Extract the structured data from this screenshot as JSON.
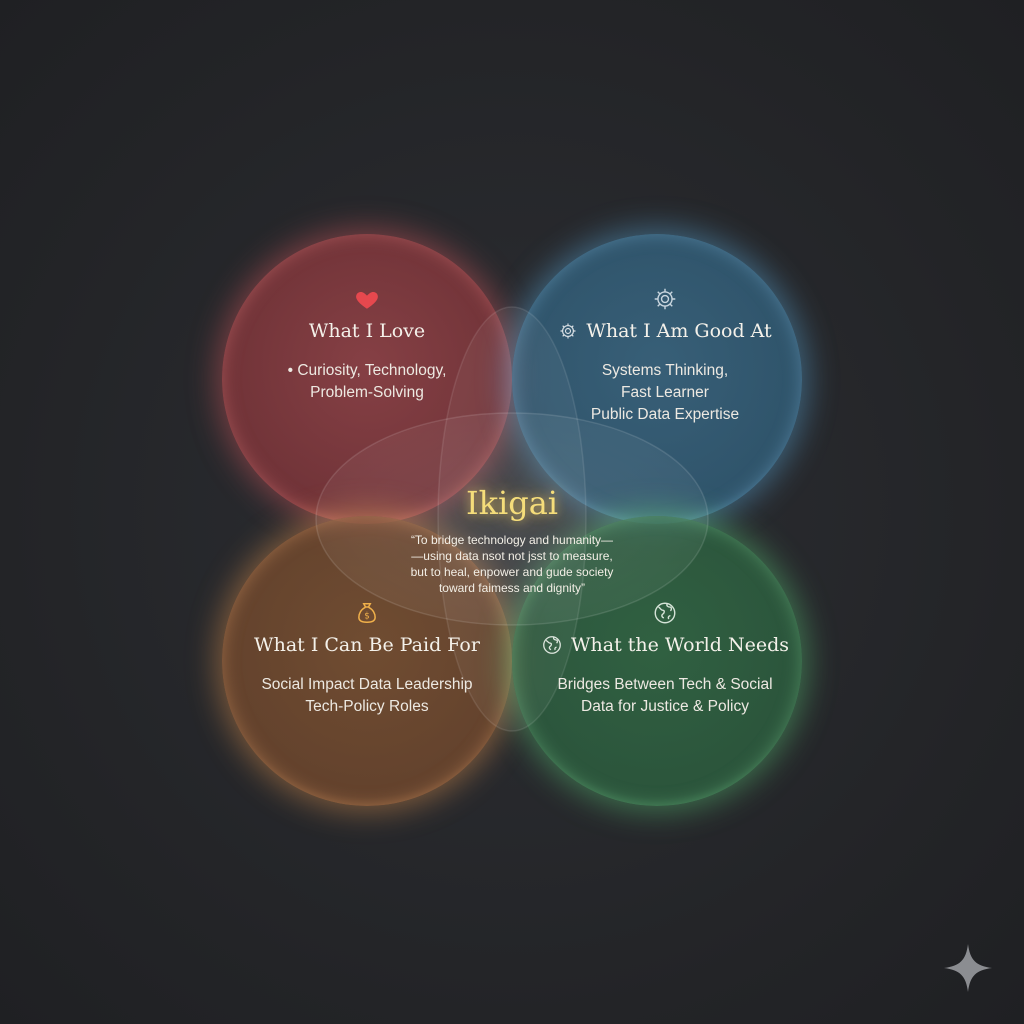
{
  "diagram": {
    "center": {
      "title": "Ikigai",
      "quote_lines": [
        "“To bridge technology and humanity—",
        "—using data nsot not jsst to measure,",
        "but to heal, enpower and gude society",
        "toward faimess and dignity”"
      ]
    },
    "quadrants": {
      "love": {
        "title": "What I Love",
        "icon": "heart-icon",
        "color": "#e45a5f",
        "lines": [
          "• Curiosity, Technology,",
          "Problem-Solving"
        ]
      },
      "good": {
        "title": "What I Am Good At",
        "icon": "gear-icon",
        "color": "#5fb1e0",
        "lines": [
          "Systems Thinking,",
          "Fast Learner",
          "Public Data Expertise"
        ]
      },
      "paid": {
        "title": "What I Can Be Paid For",
        "icon": "money-bag-icon",
        "color": "#e0924f",
        "lines": [
          "Social Impact Data Leadership",
          "Tech-Policy Roles"
        ]
      },
      "world": {
        "title": "What the World Needs",
        "icon": "globe-icon",
        "color": "#5cc982",
        "lines": [
          "Bridges Between Tech & Social",
          "Data for Justice & Policy"
        ]
      }
    },
    "accent_center": "#f5dd7a",
    "background": "#27292d"
  }
}
